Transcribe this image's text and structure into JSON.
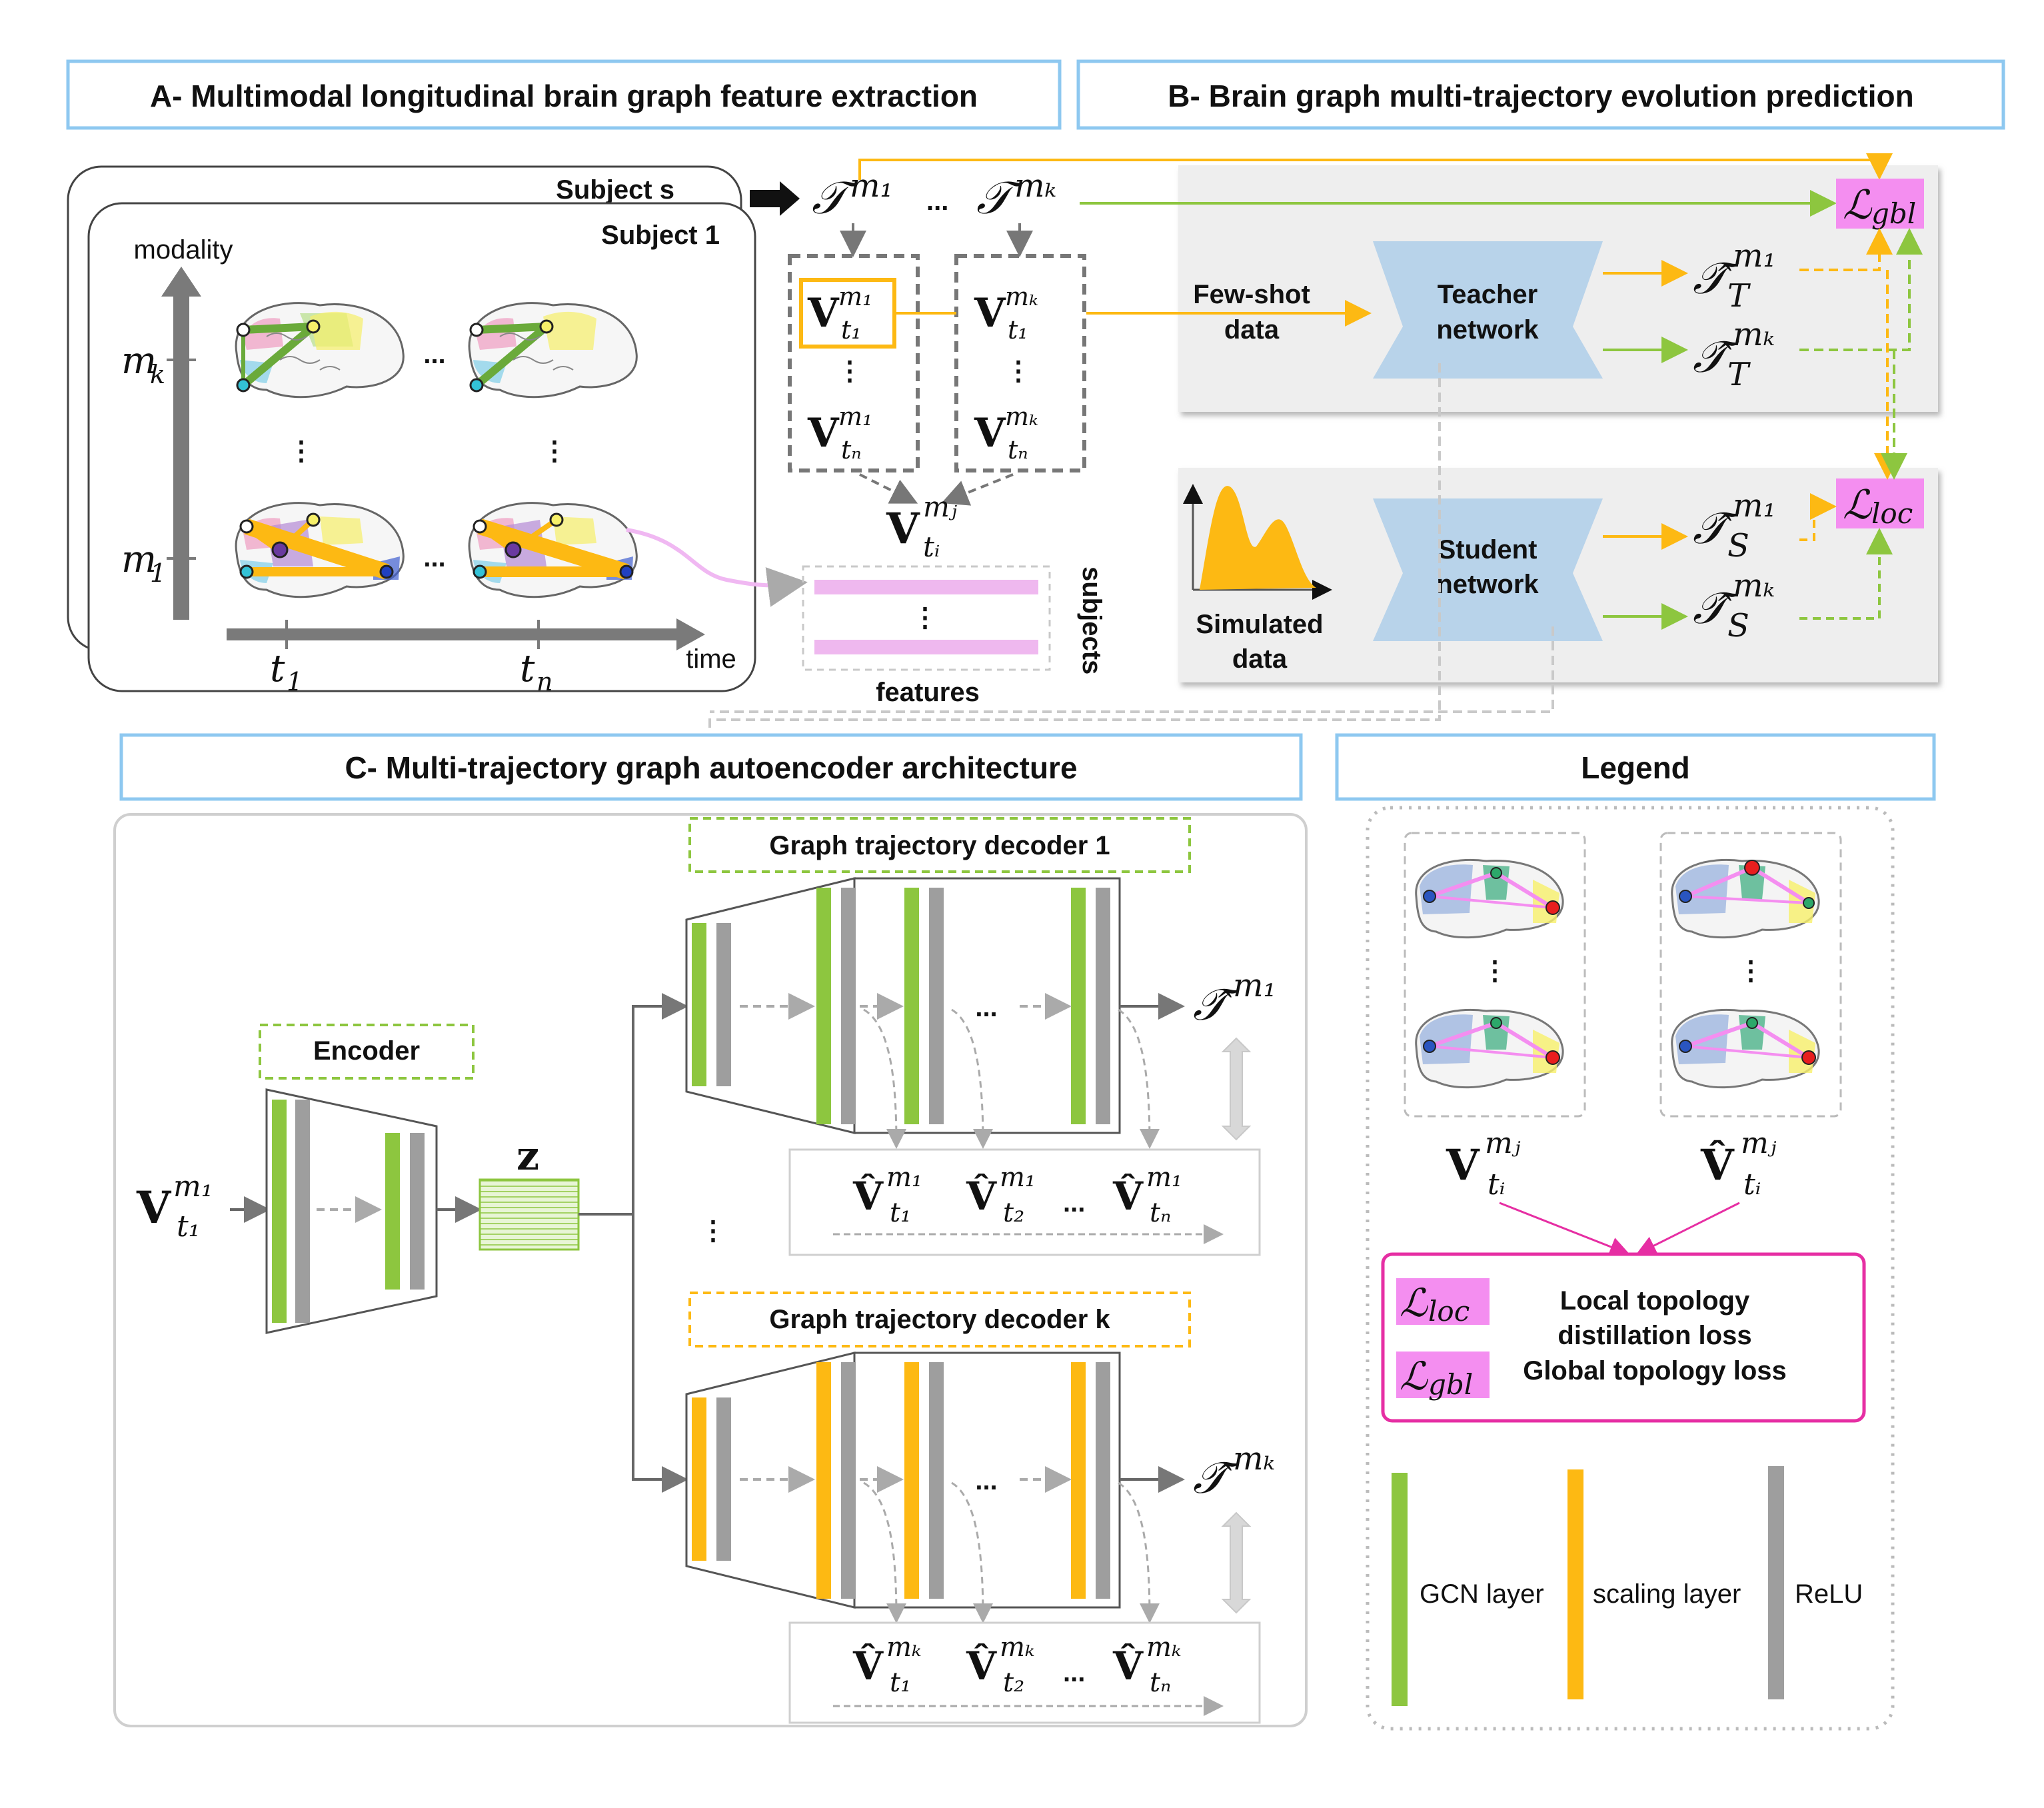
{
  "sections": {
    "a_title": "A- Multimodal longitudinal brain graph feature extraction",
    "b_title": "B- Brain graph multi-trajectory evolution prediction",
    "c_title": "C- Multi-trajectory graph autoencoder architecture",
    "legend_title": "Legend"
  },
  "panel_a": {
    "subject_s": "Subject s",
    "subject_1": "Subject 1",
    "modality_axis": "modality",
    "time_axis": "time",
    "ellipsis": "...",
    "vdots": "⋮",
    "features": "features",
    "subjects": "subjects",
    "m_k": "m",
    "m_k_sub": "k",
    "m_1": "m",
    "m_1_sub": "1",
    "t_1": "t",
    "t_1_sub": "1",
    "t_n": "t",
    "t_n_sub": "n"
  },
  "panel_b": {
    "few_shot_line1": "Few-shot",
    "few_shot_line2": "data",
    "teacher_line1": "Teacher",
    "teacher_line2": "network",
    "student_line1": "Student",
    "student_line2": "network",
    "simulated_line1": "Simulated",
    "simulated_line2": "data",
    "loss_gbl": "ℒ",
    "loss_gbl_sub": "gbl",
    "loss_loc": "ℒ",
    "loss_loc_sub": "loc",
    "tau": "𝒯",
    "tau_hat": "𝒯̂",
    "sup_m1": "m₁",
    "sup_mk": "mₖ",
    "sub_T": "T",
    "sub_S": "S",
    "V": "V",
    "sup_mj": "mⱼ",
    "sub_t1": "t₁",
    "sub_tn": "tₙ",
    "sub_ti": "tᵢ",
    "ellipsis": "..."
  },
  "panel_c": {
    "encoder": "Encoder",
    "decoder_1": "Graph trajectory decoder  1",
    "decoder_k": "Graph trajectory decoder  k",
    "z": "z",
    "input_V": "V",
    "input_sup": "m₁",
    "input_sub": "t₁",
    "out_tau": "𝒯̂",
    "out_sup_1": "m₁",
    "out_sup_k": "mₖ",
    "vhat": "V̂",
    "sub_t1": "t₁",
    "sub_t2": "t₂",
    "sub_tn": "tₙ",
    "dots_h": "...",
    "dots_v": "⋮"
  },
  "legend": {
    "V": "V",
    "Vhat": "V̂",
    "sup_mj": "mⱼ",
    "sub_ti": "tᵢ",
    "vdots": "⋮",
    "loss_loc": "ℒ",
    "loss_loc_sub": "loc",
    "loss_gbl": "ℒ",
    "loss_gbl_sub": "gbl",
    "local_line1": "Local topology",
    "local_line2": "distillation loss",
    "global": "Global topology loss",
    "gcn": "GCN layer",
    "scaling": "scaling layer",
    "relu": "ReLU"
  },
  "colors": {
    "green": "#8dc63f",
    "orange": "#fdb913",
    "gray": "#9e9e9e",
    "pink": "#f48ef0",
    "magenta": "#e62ea3",
    "blue_header_border": "#8ec8f0",
    "network_blue": "#b8d3ea",
    "panel_bg": "#eeeeee"
  }
}
